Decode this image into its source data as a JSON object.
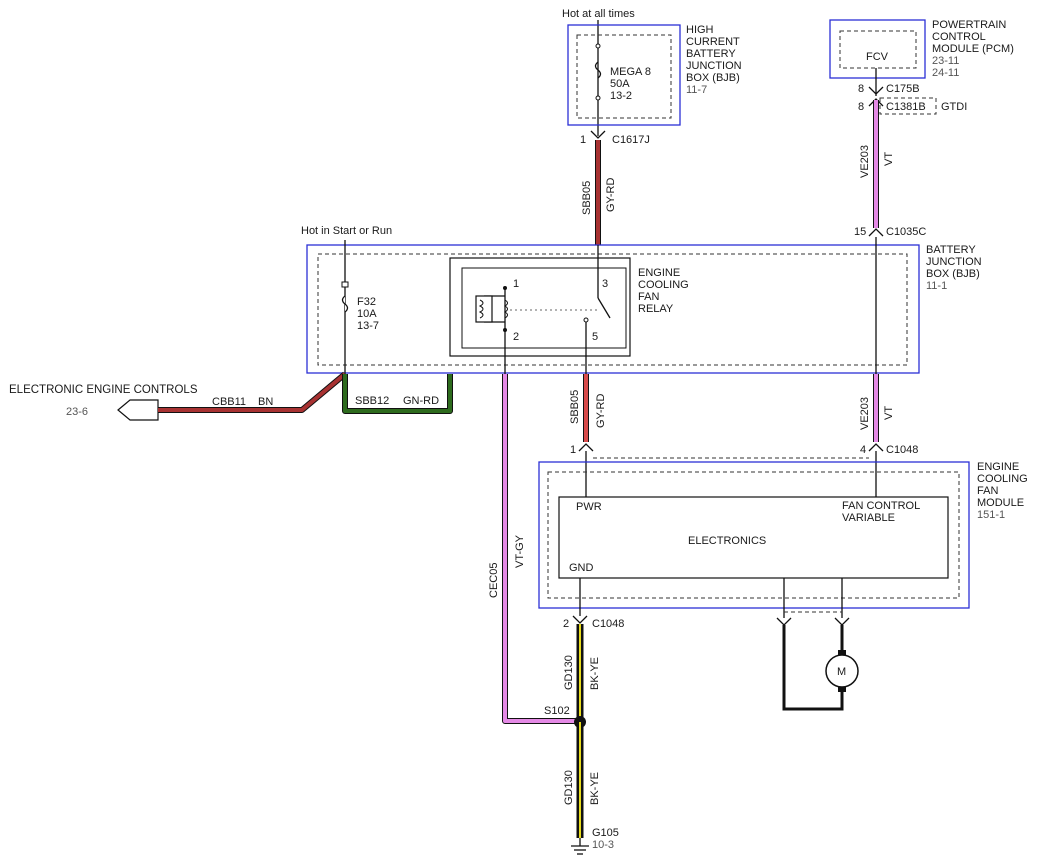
{
  "top": {
    "hot_at_all_times": "Hot at all times",
    "hot_in_start_or_run": "Hot in Start or Run"
  },
  "hcbjb": {
    "label_lines": [
      "HIGH",
      "CURRENT",
      "BATTERY",
      "JUNCTION",
      "BOX (BJB)",
      "11-7"
    ],
    "fuse_lines": [
      "MEGA 8",
      "50A",
      "13-2"
    ],
    "pin": "1",
    "connector": "C1617J"
  },
  "pcm": {
    "label_lines": [
      "POWERTRAIN",
      "CONTROL",
      "MODULE (PCM)",
      "23-11",
      "24-11"
    ],
    "inner": "FCV",
    "pin1": "8",
    "conn1": "C175B",
    "pin2": "8",
    "conn2": "C1381B",
    "conn2_note": "GTDI"
  },
  "wires": {
    "sbb05_top_circuit": "SBB05",
    "sbb05_top_color": "GY-RD",
    "ve203_top_circuit": "VE203",
    "ve203_top_color": "VT",
    "c1035c_pin": "15",
    "c1035c": "C1035C",
    "cbb11_circuit": "CBB11",
    "cbb11_color": "BN",
    "sbb12_circuit": "SBB12",
    "sbb12_color": "GN-RD",
    "sbb05_mid_circuit": "SBB05",
    "sbb05_mid_color": "GY-RD",
    "ve203_mid_circuit": "VE203",
    "ve203_mid_color": "VT",
    "cec05_circuit": "CEC05",
    "cec05_color": "VT-GY",
    "gd130_a_circuit": "GD130",
    "gd130_a_color": "BK-YE",
    "gd130_b_circuit": "GD130",
    "gd130_b_color": "BK-YE"
  },
  "bjb": {
    "label_lines": [
      "BATTERY",
      "JUNCTION",
      "BOX (BJB)",
      "11-1"
    ],
    "fuse_lines": [
      "F32",
      "10A",
      "13-7"
    ],
    "relay_lines": [
      "ENGINE",
      "COOLING",
      "FAN",
      "RELAY"
    ],
    "relay_pins": [
      "1",
      "2",
      "3",
      "5"
    ]
  },
  "eec": {
    "label": "ELECTRONIC ENGINE CONTROLS",
    "ref": "23-6"
  },
  "fan_module": {
    "label_lines": [
      "ENGINE",
      "COOLING",
      "FAN",
      "MODULE",
      "151-1"
    ],
    "pwr": "PWR",
    "fan_control_lines": [
      "FAN CONTROL",
      "VARIABLE"
    ],
    "electronics": "ELECTRONICS",
    "gnd": "GND",
    "pin1": "1",
    "pin4": "4",
    "connector": "C1048",
    "pin2": "2",
    "connector2": "C1048",
    "motor": "M"
  },
  "splice": {
    "label": "S102"
  },
  "ground": {
    "label": "G105",
    "ref": "10-3"
  },
  "colors": {
    "box_blue": "#2b2fd6",
    "wire_red": "#a83232",
    "wire_green": "#2e6b1e",
    "wire_violet": "#e58ae6",
    "wire_yellow": "#e8dc1e"
  }
}
